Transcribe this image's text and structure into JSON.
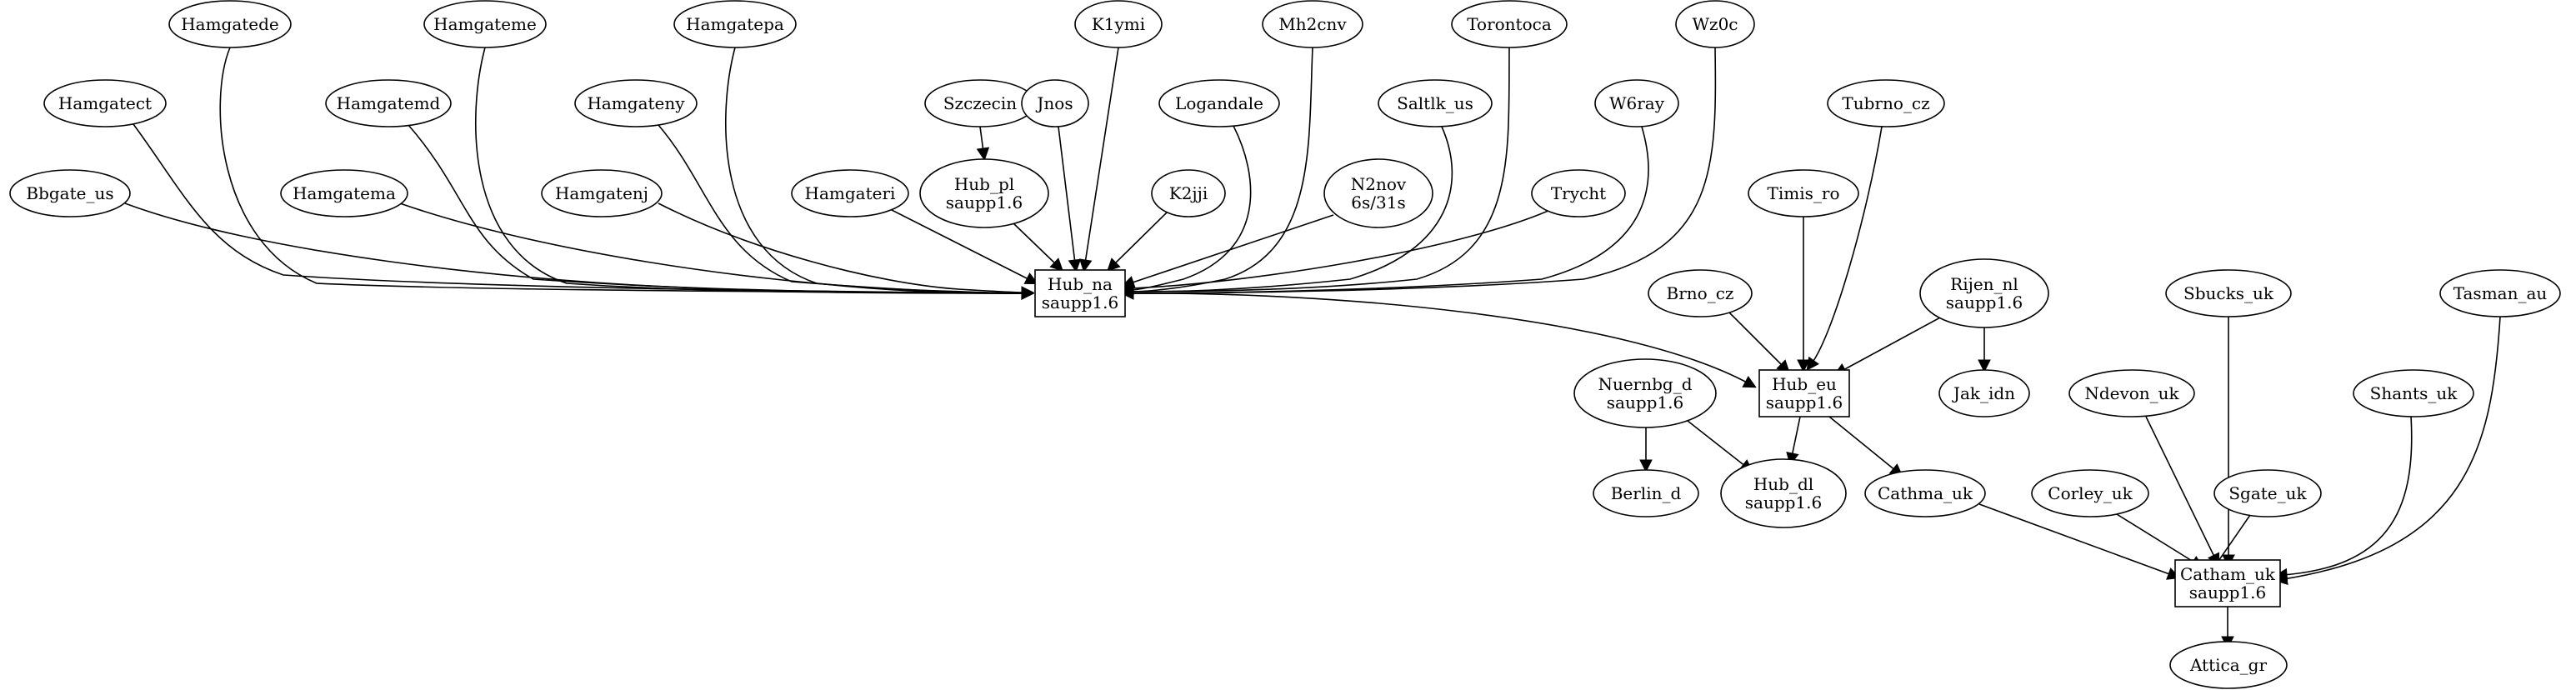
{
  "graph": {
    "nodes": [
      {
        "id": "hamgatede",
        "lines": [
          "Hamgatede"
        ],
        "shape": "ellipse"
      },
      {
        "id": "hamgateme",
        "lines": [
          "Hamgateme"
        ],
        "shape": "ellipse"
      },
      {
        "id": "hamgatepa",
        "lines": [
          "Hamgatepa"
        ],
        "shape": "ellipse"
      },
      {
        "id": "k1ymi",
        "lines": [
          "K1ymi"
        ],
        "shape": "ellipse"
      },
      {
        "id": "mh2cnv",
        "lines": [
          "Mh2cnv"
        ],
        "shape": "ellipse"
      },
      {
        "id": "torontoca",
        "lines": [
          "Torontoca"
        ],
        "shape": "ellipse"
      },
      {
        "id": "wz0c",
        "lines": [
          "Wz0c"
        ],
        "shape": "ellipse"
      },
      {
        "id": "hamgatect",
        "lines": [
          "Hamgatect"
        ],
        "shape": "ellipse"
      },
      {
        "id": "hamgatemd",
        "lines": [
          "Hamgatemd"
        ],
        "shape": "ellipse"
      },
      {
        "id": "hamgateny",
        "lines": [
          "Hamgateny"
        ],
        "shape": "ellipse"
      },
      {
        "id": "szczecin",
        "lines": [
          "Szczecin"
        ],
        "shape": "ellipse"
      },
      {
        "id": "jnos",
        "lines": [
          "Jnos"
        ],
        "shape": "ellipse"
      },
      {
        "id": "logandale",
        "lines": [
          "Logandale"
        ],
        "shape": "ellipse"
      },
      {
        "id": "saltlk_us",
        "lines": [
          "Saltlk_us"
        ],
        "shape": "ellipse"
      },
      {
        "id": "w6ray",
        "lines": [
          "W6ray"
        ],
        "shape": "ellipse"
      },
      {
        "id": "tubrno_cz",
        "lines": [
          "Tubrno_cz"
        ],
        "shape": "ellipse"
      },
      {
        "id": "bbgate_us",
        "lines": [
          "Bbgate_us"
        ],
        "shape": "ellipse"
      },
      {
        "id": "hamgatema",
        "lines": [
          "Hamgatema"
        ],
        "shape": "ellipse"
      },
      {
        "id": "hamgatenj",
        "lines": [
          "Hamgatenj"
        ],
        "shape": "ellipse"
      },
      {
        "id": "hamgateri",
        "lines": [
          "Hamgateri"
        ],
        "shape": "ellipse"
      },
      {
        "id": "hub_pl",
        "lines": [
          "Hub_pl",
          "saupp1.6"
        ],
        "shape": "ellipse"
      },
      {
        "id": "k2jji",
        "lines": [
          "K2jji"
        ],
        "shape": "ellipse"
      },
      {
        "id": "n2nov",
        "lines": [
          "N2nov",
          "6s/31s"
        ],
        "shape": "ellipse"
      },
      {
        "id": "trycht",
        "lines": [
          "Trycht"
        ],
        "shape": "ellipse"
      },
      {
        "id": "timis_ro",
        "lines": [
          "Timis_ro"
        ],
        "shape": "ellipse"
      },
      {
        "id": "hub_na",
        "lines": [
          "Hub_na",
          "saupp1.6"
        ],
        "shape": "box"
      },
      {
        "id": "brno_cz",
        "lines": [
          "Brno_cz"
        ],
        "shape": "ellipse"
      },
      {
        "id": "rijen_nl",
        "lines": [
          "Rijen_nl",
          "saupp1.6"
        ],
        "shape": "ellipse"
      },
      {
        "id": "sbucks_uk",
        "lines": [
          "Sbucks_uk"
        ],
        "shape": "ellipse"
      },
      {
        "id": "tasman_au",
        "lines": [
          "Tasman_au"
        ],
        "shape": "ellipse"
      },
      {
        "id": "nuernbg_d",
        "lines": [
          "Nuernbg_d",
          "saupp1.6"
        ],
        "shape": "ellipse"
      },
      {
        "id": "hub_eu",
        "lines": [
          "Hub_eu",
          "saupp1.6"
        ],
        "shape": "box"
      },
      {
        "id": "jak_idn",
        "lines": [
          "Jak_idn"
        ],
        "shape": "ellipse"
      },
      {
        "id": "ndevon_uk",
        "lines": [
          "Ndevon_uk"
        ],
        "shape": "ellipse"
      },
      {
        "id": "shants_uk",
        "lines": [
          "Shants_uk"
        ],
        "shape": "ellipse"
      },
      {
        "id": "berlin_d",
        "lines": [
          "Berlin_d"
        ],
        "shape": "ellipse"
      },
      {
        "id": "hub_dl",
        "lines": [
          "Hub_dl",
          "saupp1.6"
        ],
        "shape": "ellipse"
      },
      {
        "id": "cathma_uk",
        "lines": [
          "Cathma_uk"
        ],
        "shape": "ellipse"
      },
      {
        "id": "corley_uk",
        "lines": [
          "Corley_uk"
        ],
        "shape": "ellipse"
      },
      {
        "id": "sgate_uk",
        "lines": [
          "Sgate_uk"
        ],
        "shape": "ellipse"
      },
      {
        "id": "catham_uk",
        "lines": [
          "Catham_uk",
          "saupp1.6"
        ],
        "shape": "box"
      },
      {
        "id": "attica_gr",
        "lines": [
          "Attica_gr"
        ],
        "shape": "ellipse"
      }
    ],
    "edges": [
      [
        "hamgatede",
        "hub_na"
      ],
      [
        "hamgateme",
        "hub_na"
      ],
      [
        "hamgatepa",
        "hub_na"
      ],
      [
        "k1ymi",
        "hub_na"
      ],
      [
        "mh2cnv",
        "hub_na"
      ],
      [
        "torontoca",
        "hub_na"
      ],
      [
        "wz0c",
        "hub_na"
      ],
      [
        "hamgatect",
        "hub_na"
      ],
      [
        "hamgatemd",
        "hub_na"
      ],
      [
        "hamgateny",
        "hub_na"
      ],
      [
        "szczecin",
        "hub_pl"
      ],
      [
        "jnos",
        "hub_na"
      ],
      [
        "logandale",
        "hub_na"
      ],
      [
        "saltlk_us",
        "hub_na"
      ],
      [
        "w6ray",
        "hub_na"
      ],
      [
        "bbgate_us",
        "hub_na"
      ],
      [
        "hamgatema",
        "hub_na"
      ],
      [
        "hamgatenj",
        "hub_na"
      ],
      [
        "hamgateri",
        "hub_na"
      ],
      [
        "hub_pl",
        "hub_na"
      ],
      [
        "k2jji",
        "hub_na"
      ],
      [
        "n2nov",
        "hub_na"
      ],
      [
        "trycht",
        "hub_na"
      ],
      [
        "hub_na",
        "hub_eu"
      ],
      [
        "tubrno_cz",
        "hub_eu"
      ],
      [
        "timis_ro",
        "hub_eu"
      ],
      [
        "brno_cz",
        "hub_eu"
      ],
      [
        "rijen_nl",
        "hub_eu"
      ],
      [
        "rijen_nl",
        "jak_idn"
      ],
      [
        "nuernbg_d",
        "berlin_d"
      ],
      [
        "nuernbg_d",
        "hub_dl"
      ],
      [
        "hub_eu",
        "hub_dl"
      ],
      [
        "hub_eu",
        "cathma_uk"
      ],
      [
        "cathma_uk",
        "catham_uk"
      ],
      [
        "corley_uk",
        "catham_uk"
      ],
      [
        "sgate_uk",
        "catham_uk"
      ],
      [
        "ndevon_uk",
        "catham_uk"
      ],
      [
        "sbucks_uk",
        "catham_uk"
      ],
      [
        "shants_uk",
        "catham_uk"
      ],
      [
        "tasman_au",
        "catham_uk"
      ],
      [
        "catham_uk",
        "attica_gr"
      ]
    ]
  }
}
